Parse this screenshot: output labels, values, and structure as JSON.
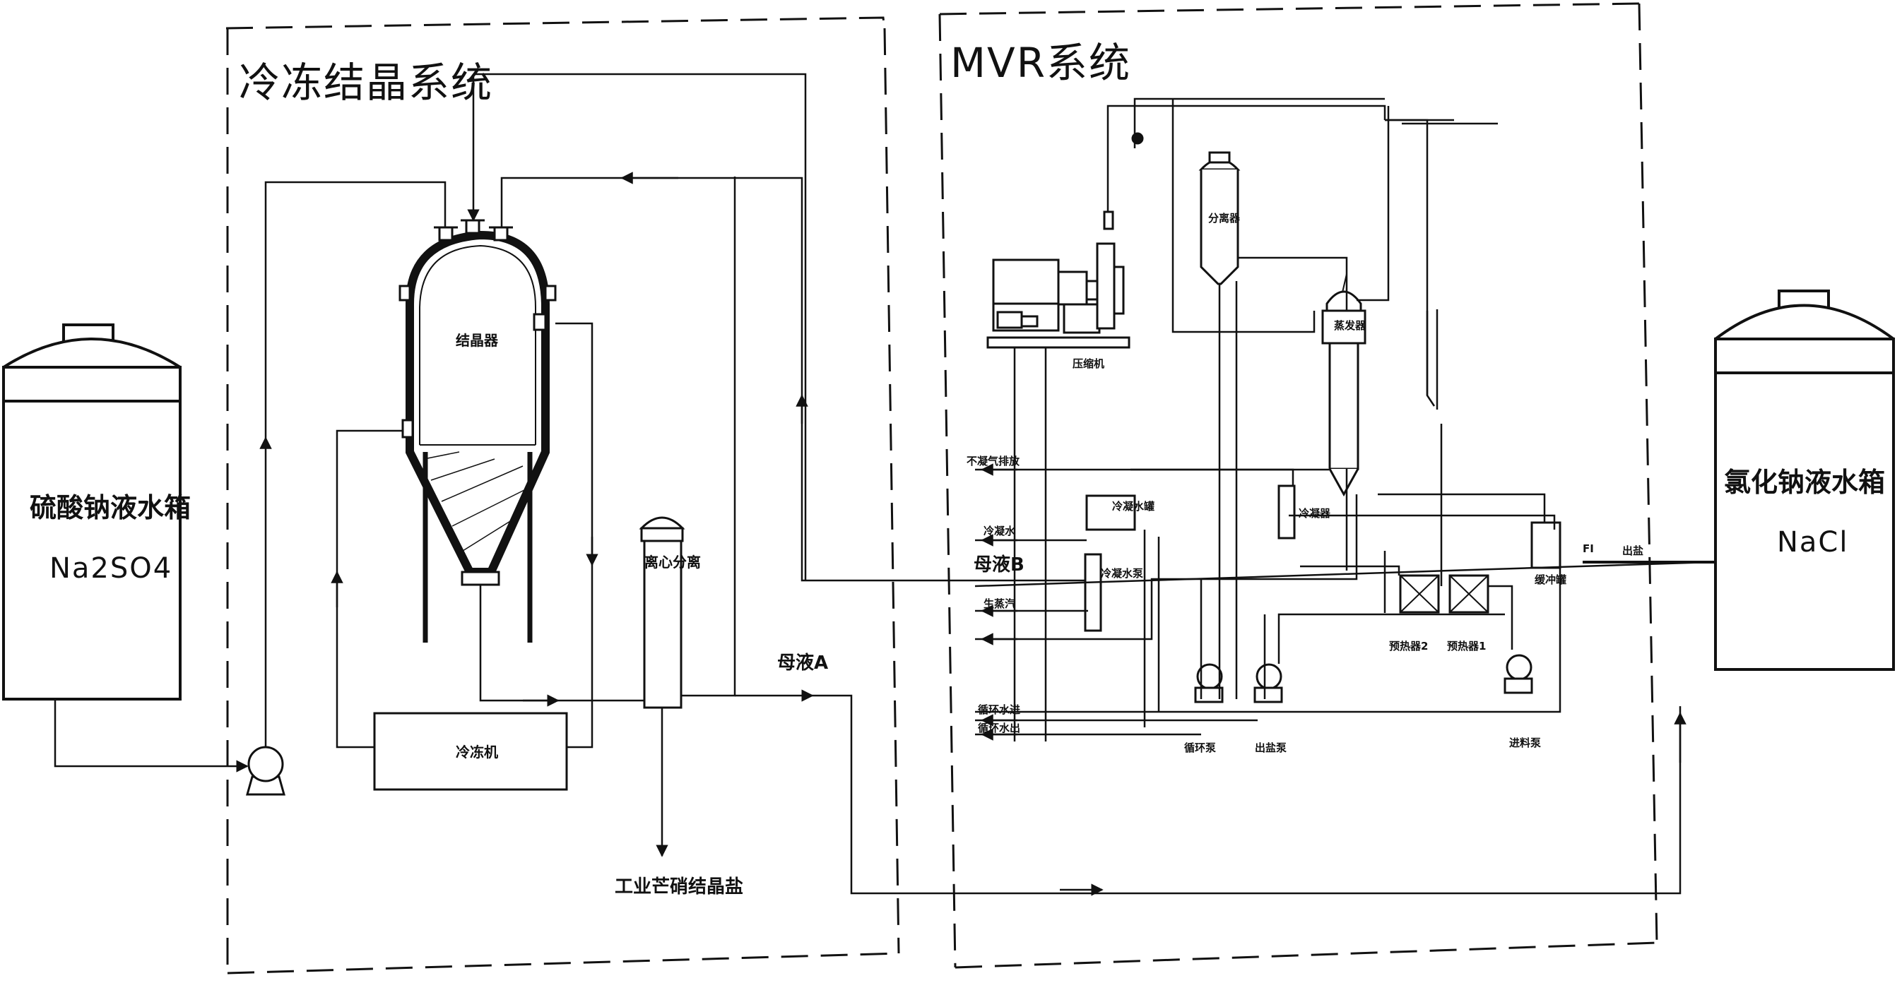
{
  "sections": {
    "freeze": "冷冻结晶系统",
    "mvr": "MVR系统"
  },
  "tanks": {
    "sulfate": {
      "name": "硫酸钠液水箱",
      "formula": "Na2SO4"
    },
    "chloride": {
      "name": "氯化钠液水箱",
      "formula": "NaCl"
    }
  },
  "labels": {
    "crystallizer": "结晶器",
    "freezer": "冷冻机",
    "centrifuge": "离心分离",
    "mother_liquor_a": "母液A",
    "mother_liquor_b": "母液B",
    "product": "工业芒硝结晶盐",
    "compressor": "压缩机",
    "separator": "分离器",
    "evaporator": "蒸发器",
    "preheater1": "预热器1",
    "preheater2": "预热器2",
    "feed_pump": "进料泵",
    "circ_pump": "循环泵",
    "salt_pump": "出盐泵",
    "cond_pump": "冷凝水泵",
    "degas": "不凝气排放",
    "cond_water": "冷凝水",
    "steam": "生蒸汽",
    "cool_in": "循环水进",
    "cool_out": "循环水出",
    "outlet_salt": "出盐",
    "sm_tank": "缓冲罐",
    "sm_cooler": "冷凝器",
    "sm_gas": "冷凝水罐",
    "sm_flow": "FI"
  }
}
